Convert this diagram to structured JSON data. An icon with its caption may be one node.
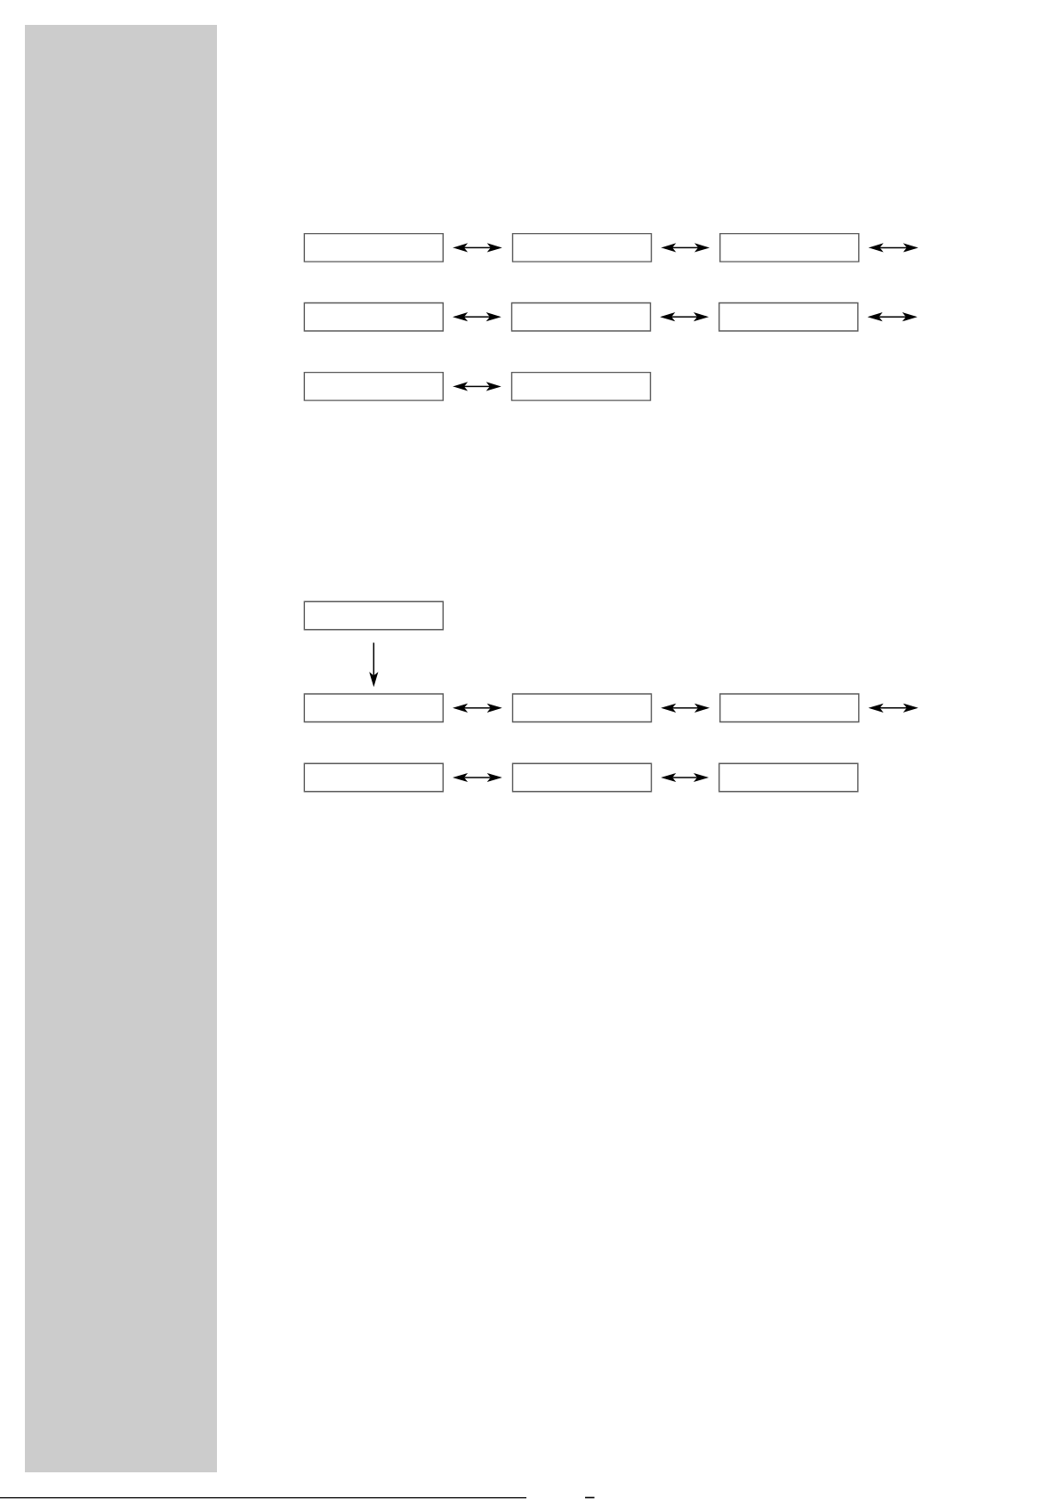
{
  "diagram": {
    "nodes": [
      {
        "text": [],
        "shape": "box"
      },
      {
        "text": [],
        "shape": "box"
      },
      {
        "text": [],
        "shape": "box"
      },
      {
        "text": [],
        "shape": "box"
      },
      {
        "text": [],
        "shape": "box"
      },
      {
        "text": [],
        "shape": "box"
      },
      {
        "text": [],
        "shape": "box"
      },
      {
        "text": [],
        "shape": "box"
      },
      {
        "text": [],
        "shape": "box"
      },
      {
        "text": [],
        "shape": "box"
      },
      {
        "text": [],
        "shape": "box"
      },
      {
        "text": [],
        "shape": "box"
      },
      {
        "text": [],
        "shape": "box"
      },
      {
        "text": [],
        "shape": "box"
      },
      {
        "text": [],
        "shape": "box"
      }
    ],
    "edges": [
      {
        "from": 0,
        "to": 1,
        "arrow": "both"
      },
      {
        "from": 1,
        "to": 2,
        "arrow": "both"
      },
      {
        "from": 2,
        "to": null,
        "arrow": "both"
      },
      {
        "from": 3,
        "to": 4,
        "arrow": "both"
      },
      {
        "from": 4,
        "to": 5,
        "arrow": "both"
      },
      {
        "from": 5,
        "to": null,
        "arrow": "both"
      },
      {
        "from": 6,
        "to": 7,
        "arrow": "both"
      },
      {
        "from": 8,
        "to": 9,
        "arrow": "to"
      },
      {
        "from": 9,
        "to": 10,
        "arrow": "both"
      },
      {
        "from": 10,
        "to": 11,
        "arrow": "both"
      },
      {
        "from": 11,
        "to": null,
        "arrow": "both"
      },
      {
        "from": 12,
        "to": 13,
        "arrow": "both"
      },
      {
        "from": 13,
        "to": 14,
        "arrow": "both"
      }
    ]
  }
}
